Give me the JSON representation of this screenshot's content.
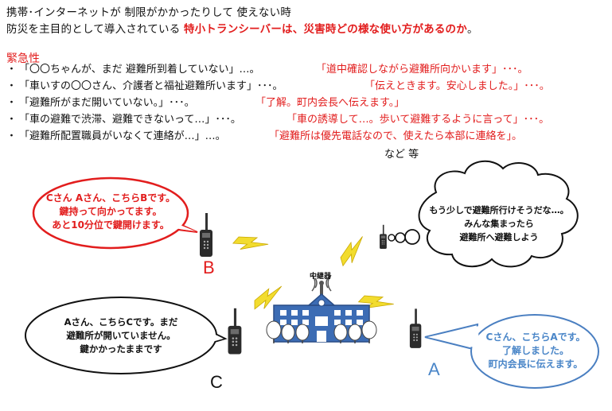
{
  "intro": {
    "line1": "携帯･インターネットが 制限がかかったりして 使えない時",
    "line2_prefix": "防災を主目的として導入されている ",
    "line2_emph": "特小トランシーバーは、災害時どの様な使い方があるのか",
    "line2_suffix": "。"
  },
  "section_title": "緊急性",
  "examples": [
    {
      "bullet": "・",
      "q": "「〇〇ちゃんが、まだ 避難所到着していない」…。",
      "a": "「道中確認しながら避難所向かいます」･･･。"
    },
    {
      "bullet": "・",
      "q": "「車いすの〇〇さん、介護者と福祉避難所います」･･･。",
      "a": "「伝えときます。安心しました。」･･･。"
    },
    {
      "bullet": "・",
      "q": "「避難所がまだ開いていない。」･･･。",
      "a": "「了解。町内会長へ伝えます。」"
    },
    {
      "bullet": "・",
      "q": "「車の避難で渋滞、避難できないって…」･･･。",
      "a": "「車の誘導して…。歩いて避難するように言って」･･･。"
    },
    {
      "bullet": "・",
      "q": "「避難所配置職員がいなくて連絡が…」…。",
      "a": "「避難所は優先電話なので、使えたら本部に連絡を」。"
    }
  ],
  "etc": "など 等",
  "diagram": {
    "relay_label": "中継器",
    "labels": {
      "a": "A",
      "b": "B",
      "c": "C"
    },
    "colors": {
      "red": "#e21d1d",
      "blue": "#4a7fc1",
      "label_b": "#e21d1d",
      "label_a": "#4a86c8",
      "label_c": "#111111"
    },
    "bubble_b": [
      "Cさん Aさん、こちらBです。",
      "鍵持って向かってます。",
      "あと10分位で鍵開けます。"
    ],
    "bubble_thought": [
      "もう少しで避難所行けそうだな…。",
      "みんな集まったら",
      "避難所へ避難しよう"
    ],
    "bubble_c": [
      "Aさん、こちらCです。まだ",
      "避難所が開いていません。",
      "鍵かかったままです"
    ],
    "bubble_a": [
      "Cさん、こちらAです。",
      "了解しました。",
      "町内会長に伝えます。"
    ]
  }
}
